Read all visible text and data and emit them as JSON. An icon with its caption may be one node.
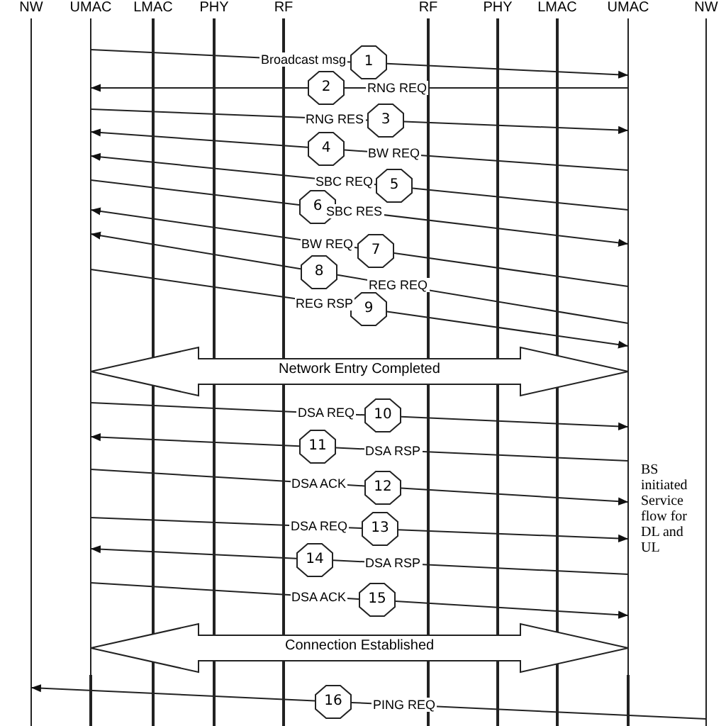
{
  "diagram": {
    "nodes": [
      {
        "text": [
          "NW"
        ]
      },
      {
        "text": [
          "UMAC"
        ]
      },
      {
        "text": [
          "LMAC"
        ]
      },
      {
        "text": [
          "PHY"
        ]
      },
      {
        "text": [
          "RF"
        ]
      },
      {
        "text": [
          "RF"
        ]
      },
      {
        "text": [
          "PHY"
        ]
      },
      {
        "text": [
          "LMAC"
        ]
      },
      {
        "text": [
          "UMAC"
        ]
      },
      {
        "text": [
          "NW"
        ]
      },
      {
        "text": [
          "1"
        ]
      },
      {
        "text": [
          "2"
        ]
      },
      {
        "text": [
          "3"
        ]
      },
      {
        "text": [
          "4"
        ]
      },
      {
        "text": [
          "5"
        ]
      },
      {
        "text": [
          "6"
        ]
      },
      {
        "text": [
          "7"
        ]
      },
      {
        "text": [
          "8"
        ]
      },
      {
        "text": [
          "9"
        ]
      },
      {
        "text": [
          "10"
        ]
      },
      {
        "text": [
          "11"
        ]
      },
      {
        "text": [
          "12"
        ]
      },
      {
        "text": [
          "13"
        ]
      },
      {
        "text": [
          "14"
        ]
      },
      {
        "text": [
          "15"
        ]
      },
      {
        "text": [
          "16"
        ]
      }
    ],
    "edges": [
      {
        "from": 1,
        "to": 10,
        "arrow": "none",
        "label": "Broadcast msg"
      },
      {
        "from": 10,
        "to": 8,
        "arrow": "to"
      },
      {
        "from": 8,
        "to": 11,
        "arrow": "none",
        "label": "RNG REQ"
      },
      {
        "from": 11,
        "to": 1,
        "arrow": "to"
      },
      {
        "from": 1,
        "to": 12,
        "arrow": "none",
        "label": "RNG RES"
      },
      {
        "from": 12,
        "to": 8,
        "arrow": "to"
      },
      {
        "from": 8,
        "to": 13,
        "arrow": "none",
        "label": "BW REQ"
      },
      {
        "from": 13,
        "to": 1,
        "arrow": "to"
      },
      {
        "from": 8,
        "to": 14,
        "arrow": "none"
      },
      {
        "from": 14,
        "to": 1,
        "arrow": "to",
        "label": "SBC REQ"
      },
      {
        "from": 1,
        "to": 15,
        "arrow": "none"
      },
      {
        "from": 15,
        "to": 8,
        "arrow": "to",
        "label": "SBC RES"
      },
      {
        "from": 8,
        "to": 16,
        "arrow": "none"
      },
      {
        "from": 16,
        "to": 1,
        "arrow": "to",
        "label": "BW REQ"
      },
      {
        "from": 8,
        "to": 17,
        "arrow": "none",
        "label": "REG REQ"
      },
      {
        "from": 17,
        "to": 1,
        "arrow": "to"
      },
      {
        "from": 1,
        "to": 18,
        "arrow": "none",
        "label": "REG RSP"
      },
      {
        "from": 18,
        "to": 8,
        "arrow": "to"
      },
      {
        "from": 1,
        "to": 8,
        "arrow": "both",
        "style": "thick",
        "label": "Network Entry Completed"
      },
      {
        "from": 1,
        "to": 19,
        "arrow": "none",
        "label": "DSA REQ"
      },
      {
        "from": 19,
        "to": 8,
        "arrow": "to"
      },
      {
        "from": 8,
        "to": 20,
        "arrow": "none",
        "label": "DSA RSP"
      },
      {
        "from": 20,
        "to": 1,
        "arrow": "to"
      },
      {
        "from": 1,
        "to": 21,
        "arrow": "none",
        "label": "DSA ACK"
      },
      {
        "from": 21,
        "to": 8,
        "arrow": "to"
      },
      {
        "from": 1,
        "to": 22,
        "arrow": "none",
        "label": "DSA REQ"
      },
      {
        "from": 22,
        "to": 8,
        "arrow": "to"
      },
      {
        "from": 8,
        "to": 23,
        "arrow": "none",
        "label": "DSA RSP"
      },
      {
        "from": 23,
        "to": 1,
        "arrow": "to"
      },
      {
        "from": 1,
        "to": 24,
        "arrow": "none",
        "label": "DSA ACK"
      },
      {
        "from": 24,
        "to": 8,
        "arrow": "to"
      },
      {
        "from": 1,
        "to": 8,
        "arrow": "both",
        "style": "thick",
        "label": "Connection Established"
      },
      {
        "from": 9,
        "to": 25,
        "arrow": "none",
        "label": "PING REQ"
      },
      {
        "from": 25,
        "to": 0,
        "arrow": "to"
      }
    ],
    "labels": [
      "BS initiated Service flow for DL and UL"
    ]
  }
}
